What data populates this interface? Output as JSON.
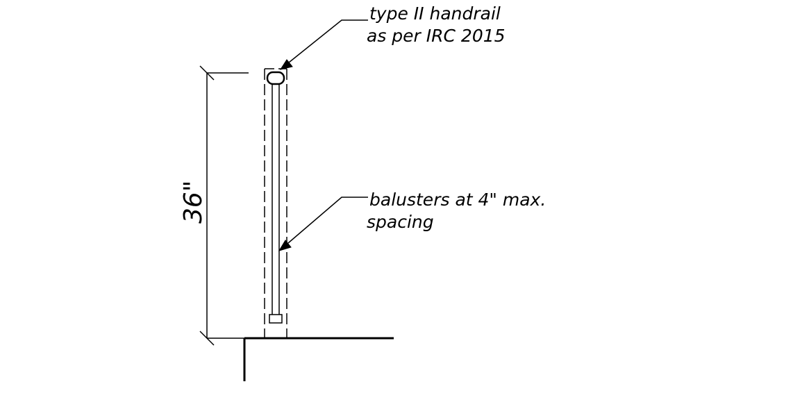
{
  "dimension": {
    "height_label": "36\""
  },
  "annotations": {
    "handrail_line1": "type II handrail",
    "handrail_line2": "as per IRC 2015",
    "balusters_line1": "balusters at 4\" max.",
    "balusters_line2": "spacing"
  },
  "colors": {
    "ink": "#000000",
    "background": "#ffffff"
  }
}
